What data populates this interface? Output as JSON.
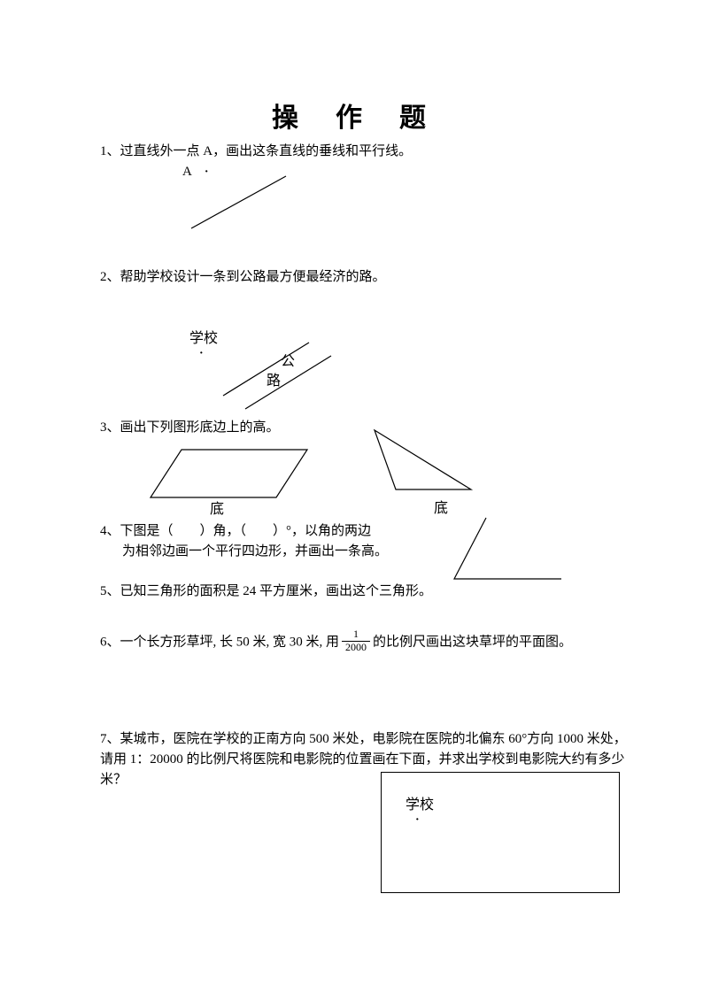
{
  "page": {
    "title": "操　作　题"
  },
  "q1": {
    "text": "1、过直线外一点 A，画出这条直线的垂线和平行线。",
    "point_label": "A",
    "point_dot": "·"
  },
  "q2": {
    "text": "2、帮助学校设计一条到公路最方便最经济的路。",
    "school_label": "学校",
    "school_dot": "·",
    "road_char_1": "公",
    "road_char_2": "路"
  },
  "q3": {
    "text": "3、画出下列图形底边上的高。",
    "parallelogram_base_label": "底",
    "triangle_base_label": "底"
  },
  "q4": {
    "line1": "4、下图是（　　）角，（　　）°，以角的两边",
    "line2": "为相邻边画一个平行四边形，并画出一条高。"
  },
  "q5": {
    "text": "5、已知三角形的面积是 24 平方厘米，画出这个三角形。"
  },
  "q6": {
    "text_before": "6、一个长方形草坪, 长 50 米, 宽 30 米, 用",
    "fraction_numerator": "1",
    "fraction_denominator": "2000",
    "text_after": "的比例尺画出这块草坪的平面图。"
  },
  "q7": {
    "line1": "7、某城市，医院在学校的正南方向 500 米处，电影院在医院的北偏东 60°方向 1000 米处，",
    "line2": "请用 1：20000 的比例尺将医院和电影院的位置画在下面，并求出学校到电影院大约有多少",
    "line3": "米？",
    "school_label": "学校",
    "school_dot": "·"
  }
}
